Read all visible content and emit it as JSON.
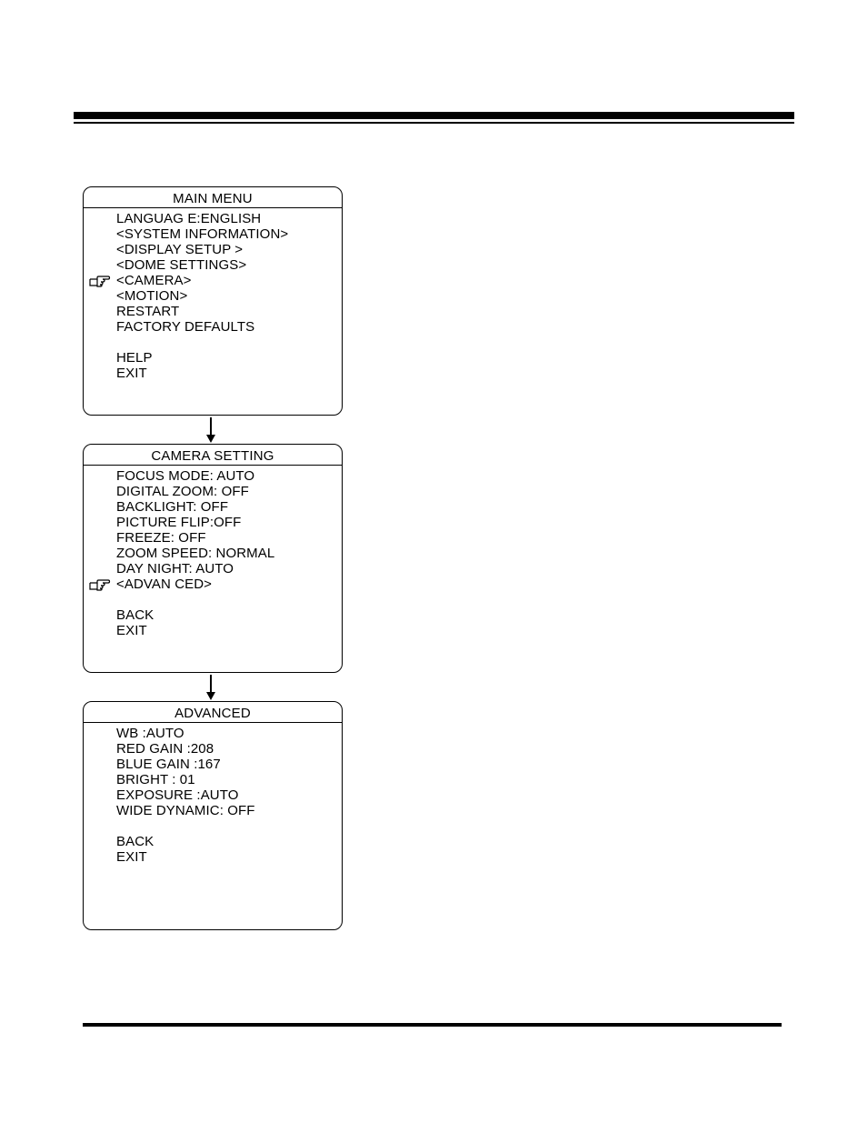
{
  "menus": [
    {
      "title": "MAIN MENU",
      "items": [
        {
          "label": "LANGUAG E:ENGLISH"
        },
        {
          "label": "<SYSTEM INFORMATION>"
        },
        {
          "label": "<DISPLAY SETUP >"
        },
        {
          "label": "<DOME SETTINGS>"
        },
        {
          "label": "<CAMERA>",
          "selected": true
        },
        {
          "label": "<MOTION>"
        },
        {
          "label": "RESTART"
        },
        {
          "label": "FACTORY DEFAULTS"
        },
        {
          "label": ""
        },
        {
          "label": "HELP"
        },
        {
          "label": "EXIT"
        }
      ]
    },
    {
      "title": "CAMERA SETTING",
      "items": [
        {
          "label": "FOCUS MODE: AUTO"
        },
        {
          "label": "DIGITAL ZOOM: OFF"
        },
        {
          "label": "BACKLIGHT: OFF"
        },
        {
          "label": "PICTURE FLIP:OFF"
        },
        {
          "label": "FREEZE: OFF"
        },
        {
          "label": "ZOOM SPEED: NORMAL"
        },
        {
          "label": "DAY NIGHT: AUTO"
        },
        {
          "label": "<ADVAN CED>",
          "selected": true
        },
        {
          "label": ""
        },
        {
          "label": "BACK"
        },
        {
          "label": "EXIT"
        }
      ]
    },
    {
      "title": "ADVANCED",
      "items": [
        {
          "label": "WB :AUTO"
        },
        {
          "label": "RED GAIN :208"
        },
        {
          "label": "BLUE GAIN :167"
        },
        {
          "label": "BRIGHT : 01"
        },
        {
          "label": "EXPOSURE :AUTO"
        },
        {
          "label": "WIDE DYNAMIC: OFF"
        },
        {
          "label": ""
        },
        {
          "label": "BACK"
        },
        {
          "label": "EXIT"
        }
      ]
    }
  ],
  "icons": {
    "pointer": "pointing-hand-icon",
    "arrow": "arrow-down-icon"
  }
}
